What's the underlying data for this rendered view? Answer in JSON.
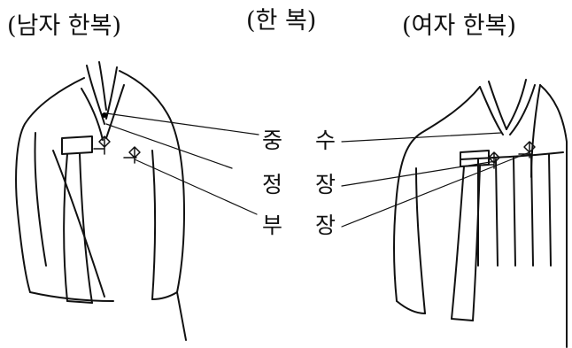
{
  "captions": {
    "male": "(남자 한복)",
    "title": "(한 복)",
    "female": "(여자 한복)"
  },
  "parts": {
    "p1_char1": "중",
    "p1_char2": "수",
    "p2_char1": "정",
    "p2_char2": "장",
    "p3_char1": "부",
    "p3_char2": "장"
  },
  "icons": {
    "male_hanbok": "male-hanbok-drawing-icon",
    "female_hanbok": "female-hanbok-drawing-icon",
    "ornament": "knot-ornament-icon"
  }
}
